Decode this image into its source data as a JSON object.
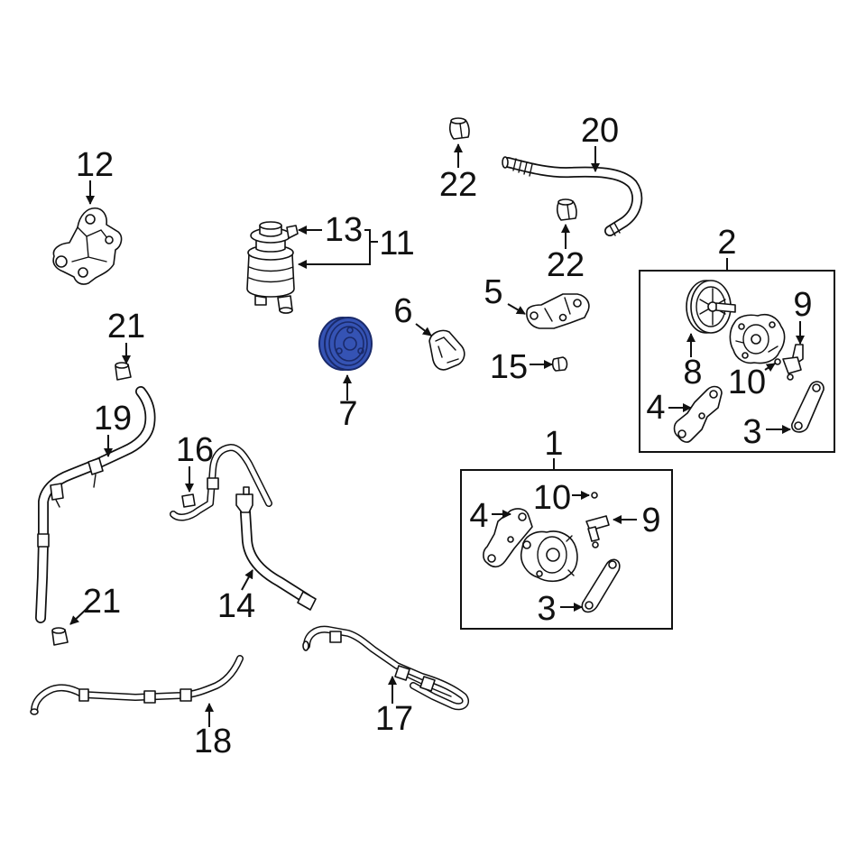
{
  "diagram": {
    "highlight_color": "#3553b4",
    "callouts": [
      "12",
      "13",
      "11",
      "20",
      "22",
      "22",
      "2",
      "9",
      "8",
      "10",
      "4",
      "3",
      "5",
      "6",
      "7",
      "15",
      "21",
      "19",
      "16",
      "1",
      "10",
      "4",
      "9",
      "3",
      "14",
      "21",
      "17",
      "18"
    ]
  }
}
